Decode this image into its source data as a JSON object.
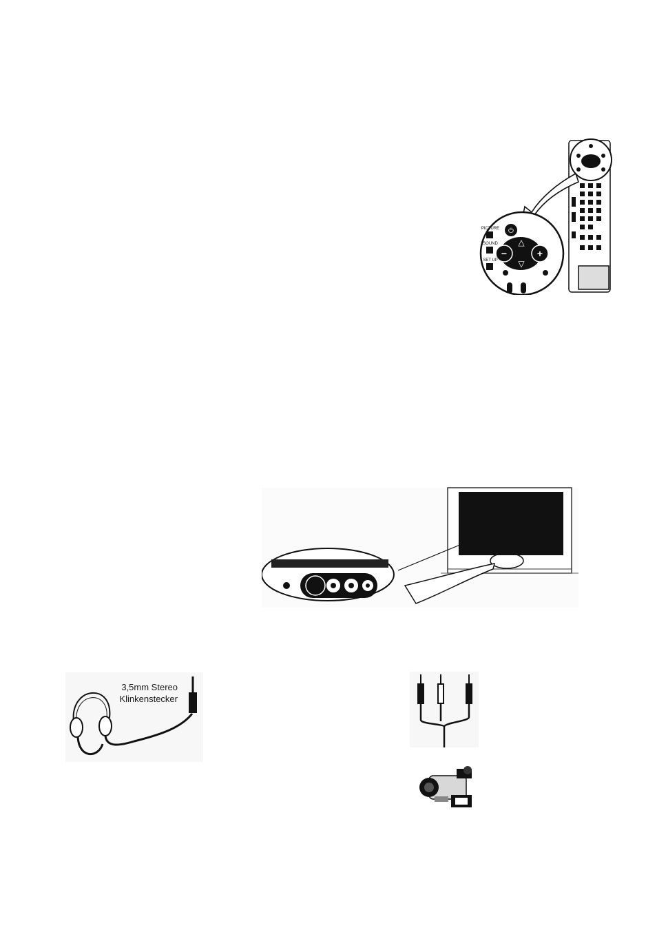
{
  "remote": {
    "button_labels": {
      "picture": "PICTURE",
      "sound": "SOUND",
      "setup": "SET UP",
      "minus": "−",
      "plus": "+",
      "up": "△",
      "down": "▽"
    }
  },
  "headphones": {
    "caption_line1": "3,5mm Stereo",
    "caption_line2": "Klinkenstecker"
  },
  "colors": {
    "ink": "#111111",
    "background": "#ffffff",
    "shade": "#d9d9d9"
  },
  "icons": [
    "remote-control-icon",
    "television-icon",
    "headphones-icon",
    "rca-cable-icon",
    "camcorder-icon"
  ]
}
